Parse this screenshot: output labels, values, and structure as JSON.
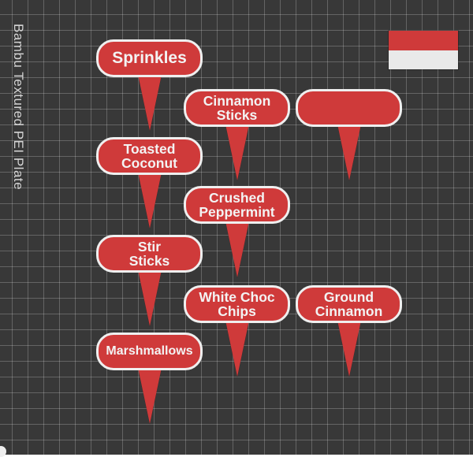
{
  "plate": {
    "label": "Bambu Textured PEI Plate"
  },
  "flag": {
    "top_color": "#cf3a3a",
    "bottom_color": "#e9e9e9"
  },
  "accent_color": "#cf3a3a",
  "picks": [
    {
      "id": "sprinkles",
      "label": "Sprinkles"
    },
    {
      "id": "cinnamon-sticks",
      "label": "Cinnamon\nSticks"
    },
    {
      "id": "blank",
      "label": ""
    },
    {
      "id": "toasted-coconut",
      "label": "Toasted\nCoconut"
    },
    {
      "id": "crushed-peppermint",
      "label": "Crushed\nPeppermint"
    },
    {
      "id": "stir-sticks",
      "label": "Stir\nSticks"
    },
    {
      "id": "white-choc-chips",
      "label": "White Choc\nChips"
    },
    {
      "id": "ground-cinnamon",
      "label": "Ground\nCinnamon"
    },
    {
      "id": "marshmallows",
      "label": "Marshmallows"
    }
  ]
}
